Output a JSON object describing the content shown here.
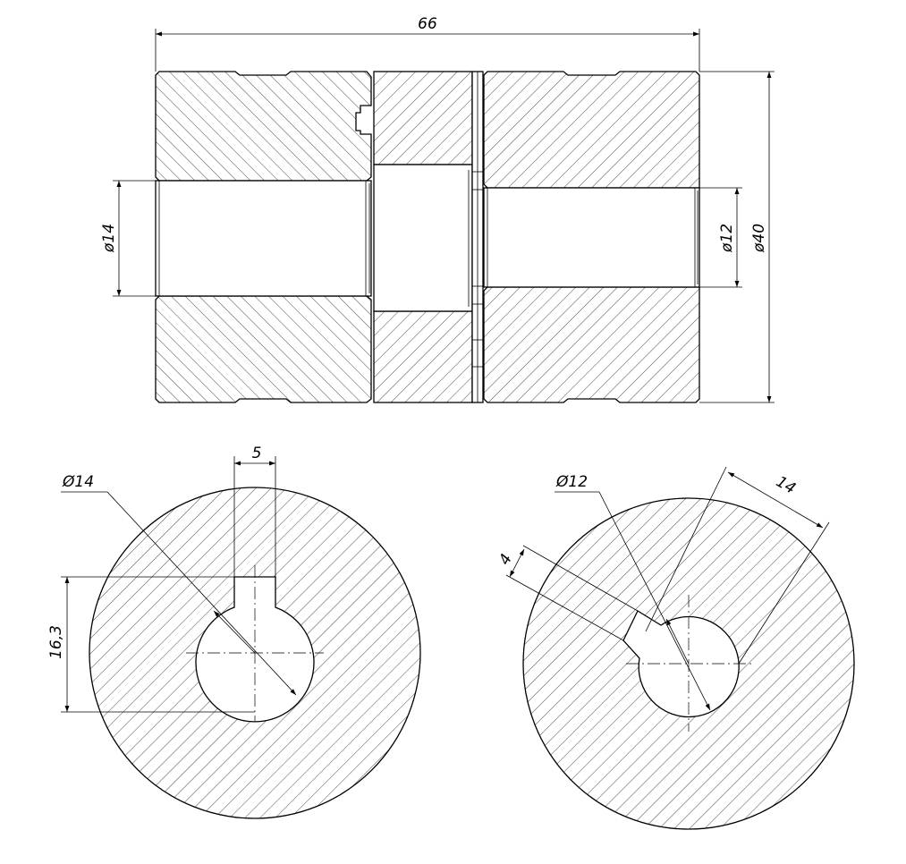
{
  "drawing": {
    "section_view": {
      "overall_length": "66",
      "left_bore_dia": "ø14",
      "right_bore_dia": "ø12",
      "outer_dia": "ø40"
    },
    "left_end_view": {
      "bore_dia": "Ø14",
      "key_width": "5",
      "key_height": "16,3"
    },
    "right_end_view": {
      "bore_dia": "Ø12",
      "key_width": "4",
      "key_height": "14"
    }
  }
}
